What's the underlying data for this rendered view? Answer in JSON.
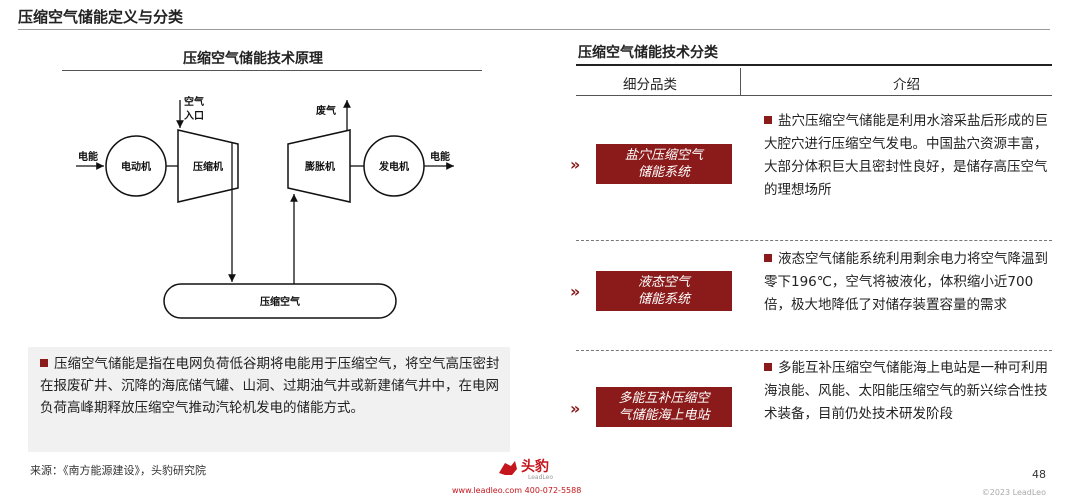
{
  "page_title": "压缩空气储能定义与分类",
  "diagram": {
    "title": "压缩空气储能技术原理",
    "labels": {
      "air_in_line1": "空气",
      "air_in_line2": "入口",
      "exhaust": "废气",
      "power_in": "电能",
      "power_out": "电能",
      "motor": "电动机",
      "compressor": "压缩机",
      "expander": "膨胀机",
      "generator": "发电机",
      "storage": "压缩空气"
    }
  },
  "description": {
    "text": "压缩空气储能是指在电网负荷低谷期将电能用于压缩空气，将空气高压密封在报废矿井、沉降的海底储气罐、山洞、过期油气井或新建储气井中，在电网负荷高峰期释放压缩空气推动汽轮机发电的储能方式。"
  },
  "source": "来源：《南方能源建设》，头豹研究院",
  "table": {
    "title": "压缩空气储能技术分类",
    "col_category": "细分品类",
    "col_intro": "介绍",
    "rows": [
      {
        "cat_line1": "盐穴压缩空气",
        "cat_line2": "储能系统",
        "intro": "盐穴压缩空气储能是利用水溶采盐后形成的巨大腔穴进行压缩空气发电。中国盐穴资源丰富，大部分体积巨大且密封性良好，是储存高压空气的理想场所"
      },
      {
        "cat_line1": "液态空气",
        "cat_line2": "储能系统",
        "intro": "液态空气储能系统利用剩余电力将空气降温到零下196℃，空气将被液化，体积缩小近700倍，极大地降低了对储存装置容量的需求"
      },
      {
        "cat_line1": "多能互补压缩空",
        "cat_line2": "气储能海上电站",
        "intro": "多能互补压缩空气储能海上电站是一种可利用海浪能、风能、太阳能压缩空气的新兴综合性技术装备，目前仍处技术研发阶段"
      }
    ],
    "arrow_glyph": "»"
  },
  "footer": {
    "page_number": "48",
    "logo_text": "头豹",
    "logo_sub": "LeadLeo",
    "contact": "www.leadleo.com   400-072-5588",
    "copyright": "©2023 LeadLeo"
  },
  "colors": {
    "accent": "#8b1a1a",
    "brand": "#c4161c"
  }
}
